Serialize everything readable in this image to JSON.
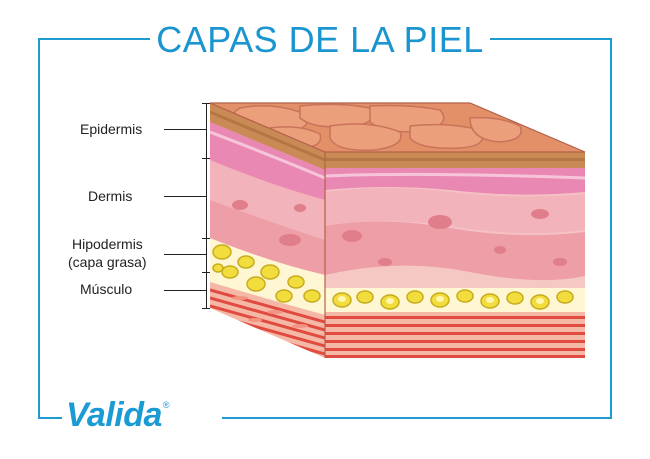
{
  "title": "CAPAS DE LA PIEL",
  "labels": {
    "epidermis": "Epidermis",
    "dermis": "Dermis",
    "hipodermis_line1": "Hipodermis",
    "hipodermis_line2": "(capa grasa)",
    "musculo": "Músculo"
  },
  "brand": {
    "name": "Valida",
    "registered": "®"
  },
  "colors": {
    "frame": "#1d9bd1",
    "title": "#1b95cf",
    "epidermis": "#e2916a",
    "dermis": "#f2b6bd",
    "fat": "#f7e64a",
    "muscle": "#e8504a"
  }
}
